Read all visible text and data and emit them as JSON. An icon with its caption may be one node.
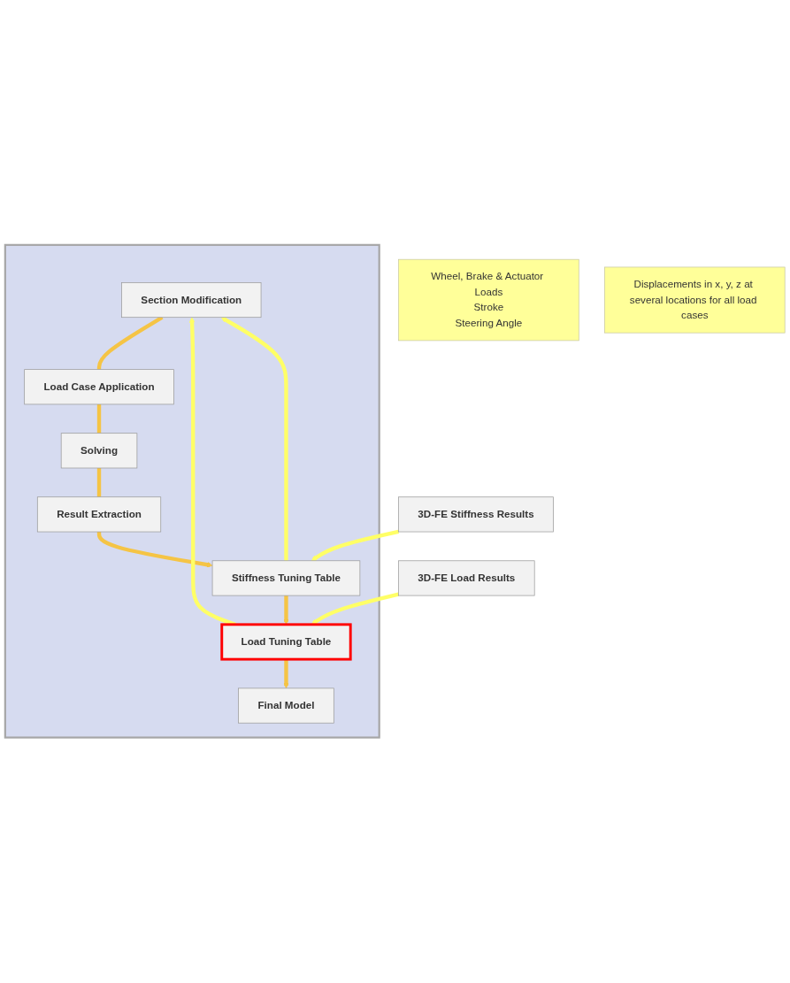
{
  "diagram": {
    "nodes": [
      {
        "text": [],
        "shape": "box"
      },
      {
        "text": [
          "Section Modification"
        ],
        "in": 0
      },
      {
        "text": [
          "Load Case Application"
        ],
        "in": 0
      },
      {
        "text": [
          "Solving"
        ],
        "in": 0
      },
      {
        "text": [
          "Result Extraction"
        ],
        "in": 0
      },
      {
        "text": [
          "Stiffness Tuning Table"
        ],
        "in": 0
      },
      {
        "text": [
          "Load Tuning Table"
        ],
        "in": 0
      },
      {
        "text": [
          "Final Model"
        ],
        "in": 0
      },
      {
        "text": [
          "Wheel, Brake & Actuator Loads",
          "Stroke",
          "Steering Angle"
        ]
      },
      {
        "text": [
          "Displacements in x, y, z at several locations for all load cases"
        ]
      },
      {
        "text": [
          "3D-FE Stiffness Results"
        ]
      },
      {
        "text": [
          "3D-FE Load Results"
        ]
      }
    ],
    "edges": [
      {
        "from": 1,
        "to": 2,
        "arrow": "none",
        "color": "#f5c445"
      },
      {
        "from": 2,
        "to": 3,
        "arrow": "none",
        "color": "#f5c445"
      },
      {
        "from": 3,
        "to": 4,
        "arrow": "none",
        "color": "#f5c445"
      },
      {
        "from": 4,
        "to": 5,
        "arrow": "to",
        "color": "#f5c445"
      },
      {
        "from": 5,
        "to": 6,
        "arrow": "to",
        "color": "#f5c445"
      },
      {
        "from": 6,
        "to": 7,
        "arrow": "to",
        "color": "#f5c445"
      },
      {
        "from": 5,
        "to": 1,
        "arrow": "to",
        "color": "#ffff66"
      },
      {
        "from": 6,
        "to": 1,
        "arrow": "to",
        "color": "#ffff66"
      },
      {
        "from": 10,
        "to": 5,
        "arrow": "to",
        "color": "#ffff66"
      },
      {
        "from": 11,
        "to": 6,
        "arrow": "to",
        "color": "#ffff66"
      }
    ]
  }
}
